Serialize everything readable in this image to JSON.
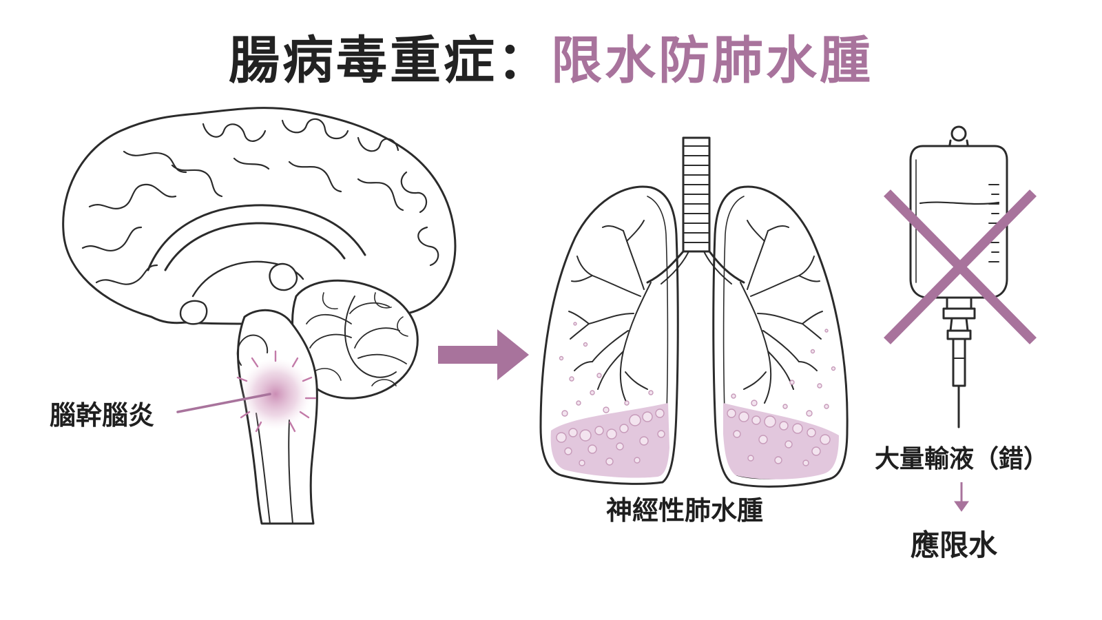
{
  "title": {
    "main": "腸病毒重症：",
    "accent": "限水防肺水腫"
  },
  "labels": {
    "brainstem": "腦幹腦炎",
    "lung_edema": "神經性肺水腫",
    "mass_infusion": "大量輸液（錯）",
    "restrict_fluid": "應限水"
  },
  "colors": {
    "accent": "#a8739c",
    "text": "#222222",
    "outline": "#2b2b2b",
    "fluid_fill": "#e2c7dd"
  },
  "icons": {
    "brain": "brain-sagittal-icon",
    "lungs": "lungs-icon",
    "iv_bag": "iv-drip-bag-icon",
    "cross": "cross-x-icon"
  }
}
